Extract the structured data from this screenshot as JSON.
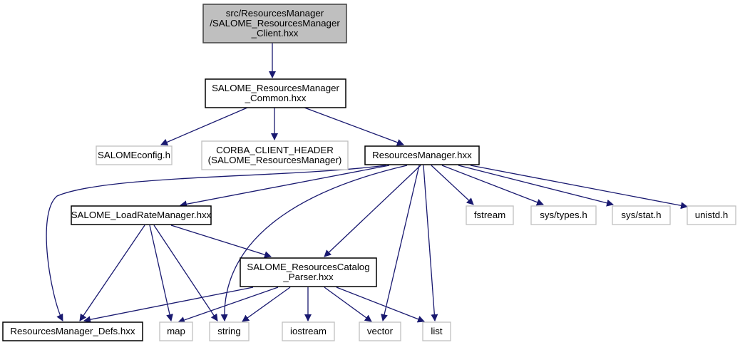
{
  "diagram": {
    "type": "include-dependency-graph",
    "colors": {
      "edge": "#191970",
      "root_fill": "#bfbfbf",
      "root_border": "#404040",
      "documented_border": "#000000",
      "external_border": "#bfbfbf",
      "node_fill": "#ffffff",
      "text": "#000000"
    },
    "nodes": [
      {
        "id": "client",
        "lines": [
          "src/ResourcesManager",
          "/SALOME_ResourcesManager",
          "_Client.hxx"
        ],
        "kind": "root"
      },
      {
        "id": "common",
        "lines": [
          "SALOME_ResourcesManager",
          "_Common.hxx"
        ],
        "kind": "documented"
      },
      {
        "id": "salomeconfig",
        "lines": [
          "SALOMEconfig.h"
        ],
        "kind": "external"
      },
      {
        "id": "corba",
        "lines": [
          "CORBA_CLIENT_HEADER",
          "(SALOME_ResourcesManager)"
        ],
        "kind": "external"
      },
      {
        "id": "resmgr",
        "lines": [
          "ResourcesManager.hxx"
        ],
        "kind": "documented"
      },
      {
        "id": "loadrate",
        "lines": [
          "SALOME_LoadRateManager.hxx"
        ],
        "kind": "documented"
      },
      {
        "id": "fstream",
        "lines": [
          "fstream"
        ],
        "kind": "external"
      },
      {
        "id": "systypes",
        "lines": [
          "sys/types.h"
        ],
        "kind": "external"
      },
      {
        "id": "sysstat",
        "lines": [
          "sys/stat.h"
        ],
        "kind": "external"
      },
      {
        "id": "unistd",
        "lines": [
          "unistd.h"
        ],
        "kind": "external"
      },
      {
        "id": "parser",
        "lines": [
          "SALOME_ResourcesCatalog",
          "_Parser.hxx"
        ],
        "kind": "documented"
      },
      {
        "id": "defs",
        "lines": [
          "ResourcesManager_Defs.hxx"
        ],
        "kind": "documented"
      },
      {
        "id": "map",
        "lines": [
          "map"
        ],
        "kind": "external"
      },
      {
        "id": "string",
        "lines": [
          "string"
        ],
        "kind": "external"
      },
      {
        "id": "iostream",
        "lines": [
          "iostream"
        ],
        "kind": "external"
      },
      {
        "id": "vector",
        "lines": [
          "vector"
        ],
        "kind": "external"
      },
      {
        "id": "list",
        "lines": [
          "list"
        ],
        "kind": "external"
      }
    ],
    "edges": [
      {
        "from": "client",
        "to": "common"
      },
      {
        "from": "common",
        "to": "salomeconfig"
      },
      {
        "from": "common",
        "to": "corba"
      },
      {
        "from": "common",
        "to": "resmgr"
      },
      {
        "from": "resmgr",
        "to": "defs"
      },
      {
        "from": "resmgr",
        "to": "loadrate"
      },
      {
        "from": "resmgr",
        "to": "string"
      },
      {
        "from": "resmgr",
        "to": "parser"
      },
      {
        "from": "resmgr",
        "to": "vector"
      },
      {
        "from": "resmgr",
        "to": "list"
      },
      {
        "from": "resmgr",
        "to": "fstream"
      },
      {
        "from": "resmgr",
        "to": "systypes"
      },
      {
        "from": "resmgr",
        "to": "sysstat"
      },
      {
        "from": "resmgr",
        "to": "unistd"
      },
      {
        "from": "loadrate",
        "to": "defs"
      },
      {
        "from": "loadrate",
        "to": "map"
      },
      {
        "from": "loadrate",
        "to": "string"
      },
      {
        "from": "loadrate",
        "to": "parser"
      },
      {
        "from": "parser",
        "to": "defs"
      },
      {
        "from": "parser",
        "to": "map"
      },
      {
        "from": "parser",
        "to": "string"
      },
      {
        "from": "parser",
        "to": "iostream"
      },
      {
        "from": "parser",
        "to": "vector"
      },
      {
        "from": "parser",
        "to": "list"
      }
    ]
  }
}
